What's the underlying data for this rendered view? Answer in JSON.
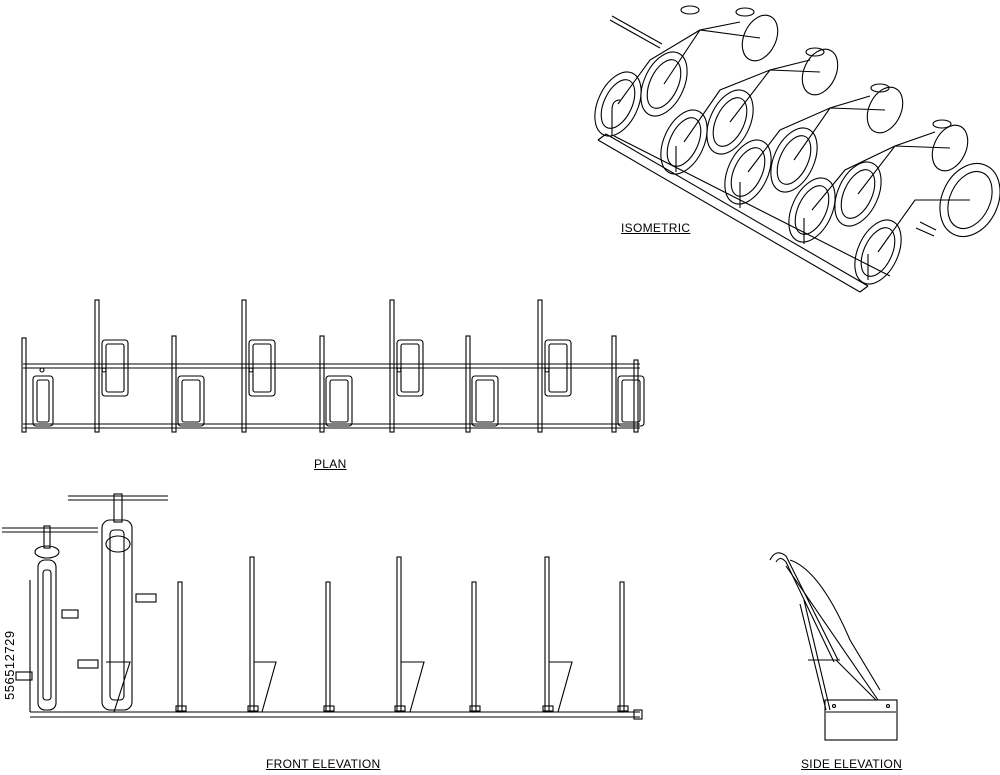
{
  "labels": {
    "isometric": "ISOMETRIC",
    "plan": "PLAN",
    "front_elevation": "FRONT ELEVATION",
    "side_elevation": "SIDE ELEVATION"
  },
  "watermark_id": "556512729",
  "colors": {
    "line": "#000000",
    "background": "#ffffff"
  }
}
